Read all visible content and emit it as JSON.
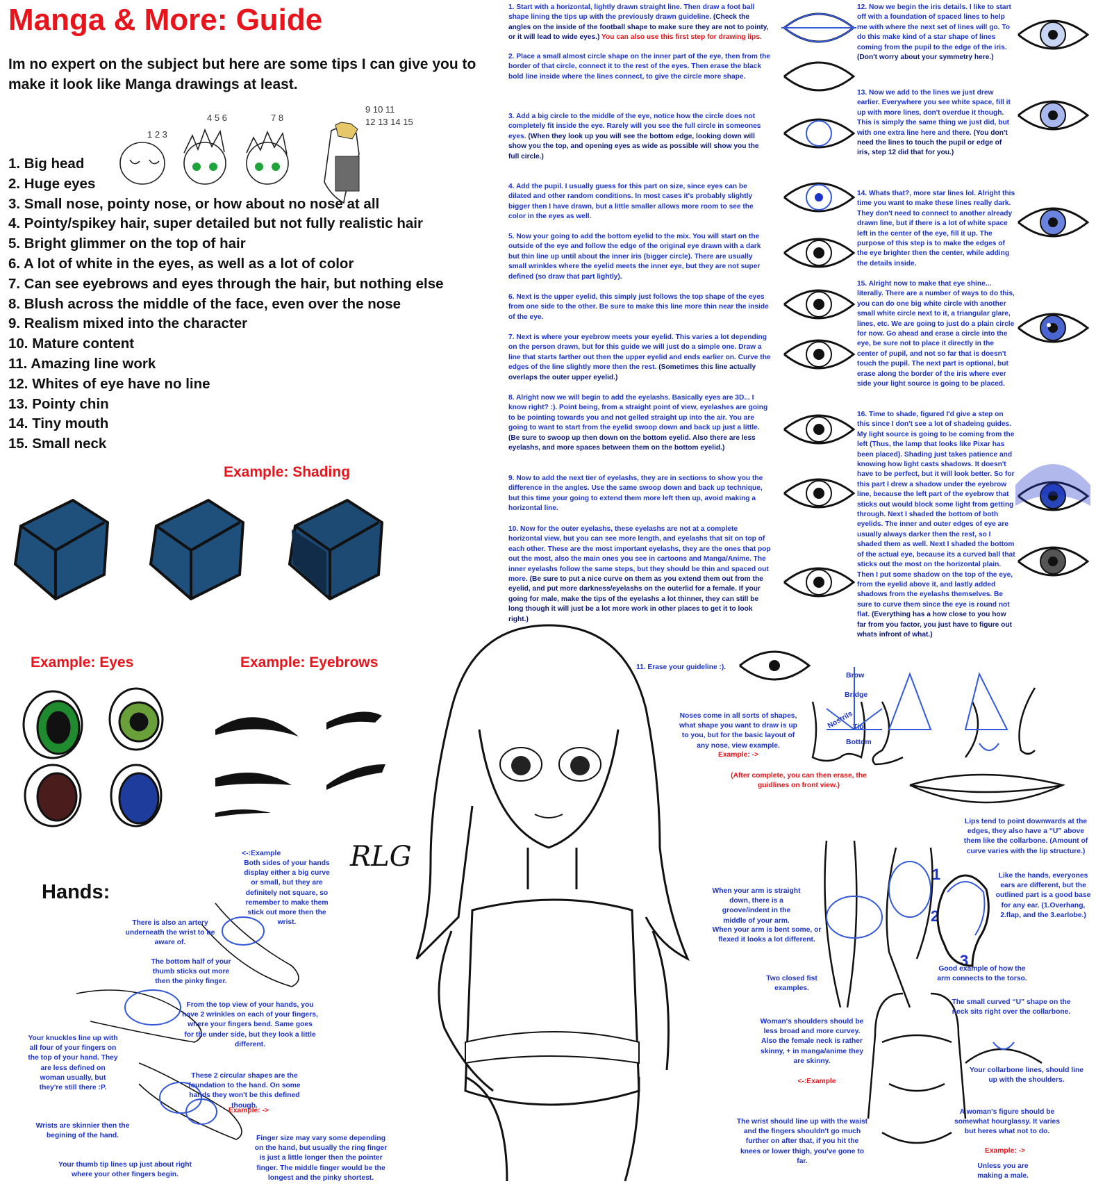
{
  "title": "Manga & More: Guide",
  "intro": "Im no expert on the subject but here are some tips I can give you to make it look like Manga drawings at least.",
  "tips": [
    "1. Big head",
    "2. Huge eyes",
    "3. Small nose, pointy nose, or how about no nose at all",
    "4. Pointy/spikey hair, super detailed but not fully realistic hair",
    "5. Bright glimmer on the top of hair",
    "6. A lot of white in the eyes, as well as a lot of color",
    "7. Can see eyebrows and eyes through the hair, but nothing else",
    "8. Blush across the middle of the face, even over the nose",
    "9. Realism mixed into the character",
    "10. Mature content",
    "11. Amazing line work",
    "12. Whites of eye have no line",
    "13. Pointy chin",
    "14. Tiny mouth",
    "15. Small neck"
  ],
  "sketch_numbers": [
    "1 2 3",
    "4 5 6",
    "7 8",
    "9 10 11",
    "12 13 14 15"
  ],
  "examples": {
    "shading": "Example: Shading",
    "eyes": "Example: Eyes",
    "eyebrows": "Example: Eyebrows",
    "hands": "Hands:"
  },
  "steps_left": [
    {
      "text": "1. Start with a horizontal, lightly drawn straight line. Then draw a foot ball shape lining the tips up with the previously drawn guideline. ",
      "highlight": "(Check the angles on the inside of the football shape to make sure they are not to pointy, or it will lead to wide eyes.)",
      "red": "You can also use this first step for drawing lips."
    },
    {
      "text": "2. Place a small almost circle shape on the inner part of the eye, then from the border of that circle, connect it to the rest of the eyes. Then erase the black bold line inside where the lines connect, to give the circle more shape.",
      "highlight": "",
      "red": ""
    },
    {
      "text": "3. Add a big circle to the middle of the eye, notice how the circle does not completely fit inside the eye. Rarely will you see the full circle in someones eyes.",
      "highlight": "(When they look up you will see the bottom edge, looking down will show you the top, and opening eyes as wide as possible will show you the full circle.)",
      "red": ""
    },
    {
      "text": "4. Add the pupil. I usually guess for this part on size, since eyes can be dilated and other random conditions. In most cases it's probably slightly bigger then I have drawn, but a little smaller allows more room to see the color in the eyes as well.",
      "highlight": "",
      "red": ""
    },
    {
      "text": "5. Now your going to add the bottom eyelid to the mix. You will start on the outside of the eye and follow the edge of the original eye drawn with a dark but thin line up until about the inner iris (bigger circle). There are usually small wrinkles where the eyelid meets the inner eye, but they are not super defined (so draw that part lightly).",
      "highlight": "",
      "red": ""
    },
    {
      "text": "6. Next is the upper eyelid, this simply just follows the top shape of the eyes from one side to the other. Be sure to make this line more thin near the inside of the eye.",
      "highlight": "",
      "red": ""
    },
    {
      "text": "7. Next is where your eyebrow meets your eyelid. This varies a lot depending on the person drawn, but for this guide we will just do a simple one. Draw a line that starts farther out then the upper eyelid and ends earlier on. Curve the edges of the line slightly more then the rest.",
      "highlight": "(Sometimes this line actually overlaps the outer upper eyelid.)",
      "red": ""
    },
    {
      "text": "8. Alright now we will begin to add the eyelashs. Basically eyes are 3D... I know right? :). Point being, from a straight point of view, eyelashes are going to be pointing towards you and not gelled straight up into the air. You are going to want to start from the eyelid swoop down and back up just a little.",
      "highlight": "(Be sure to swoop up then down on the bottom eyelid. Also there are less eyelashs, and more spaces between them on the bottom eyelid.)",
      "red": ""
    },
    {
      "text": "9. Now to add the next tier of eyelashs, they are in sections to show you the difference in the angles. Use the same swoop down and back up technique, but this time your going to extend them more left then up, avoid making a horizontal line.",
      "highlight": "",
      "red": ""
    },
    {
      "text": "10. Now for the outer eyelashs, these eyelashs are not at a complete horizontal view, but you can see more length, and eyelashs that sit on top of each other. These are the most important eyelashs, they are the ones that pop out the most, also the main ones you see in cartoons and Manga/Anime. The inner eyelashs follow the same steps, but they should be thin and spaced out more.",
      "highlight": "(Be sure to put a nice curve on them as you extend them out from the eyelid, and put more darkness/eyelashs on the outerlid for a female. If your going for male, make the tips of the eyelashs a lot thinner, they can still be long though it will just be a lot more work in other places to get it to look right.)",
      "red": ""
    }
  ],
  "step_11": "11. Erase your guideline :).",
  "steps_right": [
    {
      "text": "12. Now we begin the iris details. I like to start off with a foundation of spaced lines to help me with where the next set of lines will go. To do this make kind of a star shape of lines coming from the pupil to the edge of the iris.",
      "highlight": "(Don't worry about your symmetry here.)"
    },
    {
      "text": "13. Now we add to the lines we just drew earlier. Everywhere you see white space, fill it up with more lines, don't overdue it though. This is simply the same thing we just did, but with one extra line here and there.",
      "highlight": "(You don't need the lines to touch the pupil or edge of iris, step 12 did that for you.)"
    },
    {
      "text": "14. Whats that?, more star lines lol. Alright this time you want to make these lines really dark. They don't need to connect to another already drawn line, but if there is a lot of white space left in the center of the eye, fill it up. The purpose of this step is to make the edges of the eye brighter then the center, while adding the details inside.",
      "highlight": ""
    },
    {
      "text": "15. Alright now to make that eye shine... literally. There are a number of ways to do this, you can do one big white circle with another small white circle next to it, a triangular glare, lines, etc. We are going to just do a plain circle for now. Go ahead and erase a circle into the eye, be sure not to place it directly in the center of pupil, and not so far that is doesn't touch the pupil. The next part is optional, but erase along the border of the iris where ever side your light source is going to be placed.",
      "highlight": ""
    },
    {
      "text": "16. Time to shade, figured I'd give a step on this since I don't see a lot of shadeing guides. My light source is going to be coming from the left (Thus, the lamp that looks like Pixar has been placed). Shading just takes patience and knowing how light casts shadows. It doesn't have to be perfect, but it will look better. So for this part I drew a shadow under the eyebrow line, because the left part of the eyebrow that sticks out would block some light from getting through. Next I shaded the bottom of both eyelids. The inner and outer edges of eye are usually always darker then the rest, so I shaded them as well. Next I shaded the bottom of the actual eye, because its a curved ball that sticks out the most on the horizontal plain. Then I put some shadow on the top of the eye, from the eyelid above it, and lastly added shadows from the eyelashs themselves. Be sure to curve them since the eye is round not flat.",
      "highlight": "(Everything has a how close to you how far from you factor, you just have to figure out whats infront of what.)"
    }
  ],
  "nose": {
    "note": "Noses come in all sorts of shapes, what shape you want to draw is up to you, but for the basic layout of any nose, view example.",
    "example": "Example: ->",
    "after": "(After complete, you can then erase, the guidlines on front view.)",
    "labels": [
      "Brow",
      "Bridge",
      "Nostrils",
      "Tip",
      "Bottom"
    ]
  },
  "body_notes": {
    "lips": "Lips tend to point downwards at the edges, they also have a “U” above them like the collarbone. (Amount of curve varies with the lip structure.)",
    "ears": "Like the hands, everyones ears are different, but the outlined part is a good base for any ear. (1.Overhang, 2.flap, and the 3.earlobe.)",
    "ear_numbers": [
      "1",
      "2",
      "3"
    ],
    "arm_straight": "When your arm is straight down, there is a groove/indent in the middle of your arm.",
    "arm_bent": "When your arm is bent some, or flexed it looks a lot different.",
    "torso": "Good example of how the arm connects to the torso.",
    "fist": "Two closed fist examples.",
    "neck_u": "The small curved “U” shape on the neck sits right over the collarbone.",
    "shoulders": "Woman's shoulders should be less broad and more curvey. Also the female neck is rather skinny, + in manga/anime they are skinny.",
    "shoulders_example": "<-:Example",
    "collarbone": "Your collarbone lines, should line up with the shoulders.",
    "wrist_waist": "The wrist should line up with the waist and the fingers shouldn't go much further on after that, if you hit the knees or lower thigh, you've gone to far.",
    "hourglass": "A woman's figure should be somewhat hourglassy. It varies but heres what not to do.",
    "hourglass_example": "Example: ->",
    "male": "Unless you are making a male."
  },
  "hand_notes": {
    "example_label": "<-:Example",
    "sides": "Both sides of your hands display either a big curve or small, but they are definitely not square, so remember to make them stick out more then the wrist.",
    "artery": "There is also an artery underneath the wrist to be aware of.",
    "thumb_half": "The bottom half of your thumb sticks out more then the pinky finger.",
    "wrinkles": "From the top view of your hands, you have 2 wrinkles on each of your fingers, where your fingers bend. Same goes for the under side, but they look a little different.",
    "knuckles": "Your knuckles line up with all four of your fingers on the top of your hand. They are less defined on woman usually, but they're still there :P.",
    "circles": "These 2 circular shapes are the foundation to the hand. On some hands they won't be this defined though.",
    "circles_example": "Example: ->",
    "wrists": "Wrists are skinnier then the begining of the hand.",
    "finger_size": "Finger size may vary some depending on the hand, but usually the ring finger is just a little longer then the pointer finger. The middle finger would be the longest and the pinky shortest.",
    "thumb_tip": "Your thumb tip lines up just about right where your other fingers begin."
  },
  "signature": "RLG",
  "colors": {
    "title_red": "#e8141b",
    "step_blue": "#1c33c9",
    "cube_blue": "#1d4e7a",
    "sketch_blue": "#3358d8"
  }
}
